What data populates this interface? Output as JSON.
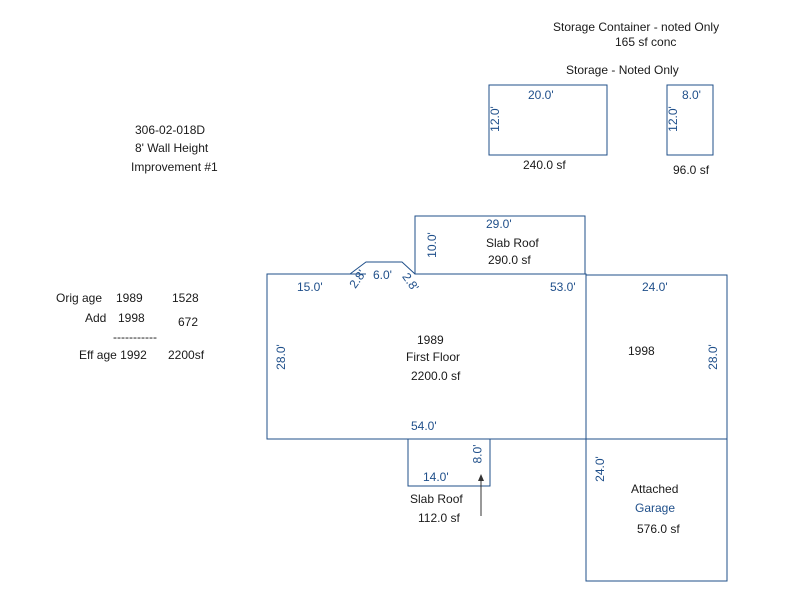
{
  "header": {
    "container_title": "Storage Container - noted Only",
    "container_area": "165 sf conc",
    "storage_title": "Storage -  Noted Only"
  },
  "parcel": {
    "id": "306-02-018D",
    "wall_height": "8' Wall Height",
    "improvement": "Improvement #1"
  },
  "age_table": {
    "orig_label": "Orig age",
    "orig_year": "1989",
    "orig_sf": "1528",
    "add_label": "Add",
    "add_year": "1998",
    "add_sf": "672",
    "divider": "-----------",
    "eff_label": "Eff age 1992",
    "eff_sf": "2200sf"
  },
  "storage_a": {
    "width": "20.0'",
    "depth": "12.0'",
    "area": "240.0 sf"
  },
  "storage_b": {
    "width": "8.0'",
    "depth": "12.0'",
    "area": "96.0 sf"
  },
  "slab_roof_top": {
    "label": "Slab Roof",
    "width": "29.0'",
    "depth": "10.0'",
    "area": "290.0 sf"
  },
  "first_floor": {
    "year": "1989",
    "label": "First Floor",
    "area": "2200.0 sf",
    "dim_left": "15.0'",
    "dim_bump_left": "2.8'",
    "dim_bump_top": "6.0'",
    "dim_bump_right": "2.8'",
    "dim_top_right": "53.0'",
    "dim_height": "28.0'",
    "dim_bottom": "54.0'"
  },
  "addition": {
    "year": "1998",
    "width": "24.0'",
    "depth": "28.0'"
  },
  "slab_roof_bottom": {
    "label": "Slab Roof",
    "width": "14.0'",
    "depth": "8.0'",
    "area": "112.0 sf"
  },
  "garage": {
    "label_1": "Attached",
    "label_2": "Garage",
    "area": "576.0 sf",
    "depth": "24.0'"
  },
  "colors": {
    "line": "#1f4f8a",
    "dim_text": "#1f4f8a",
    "label_text": "#1a1a1a",
    "arrow": "#333333"
  }
}
